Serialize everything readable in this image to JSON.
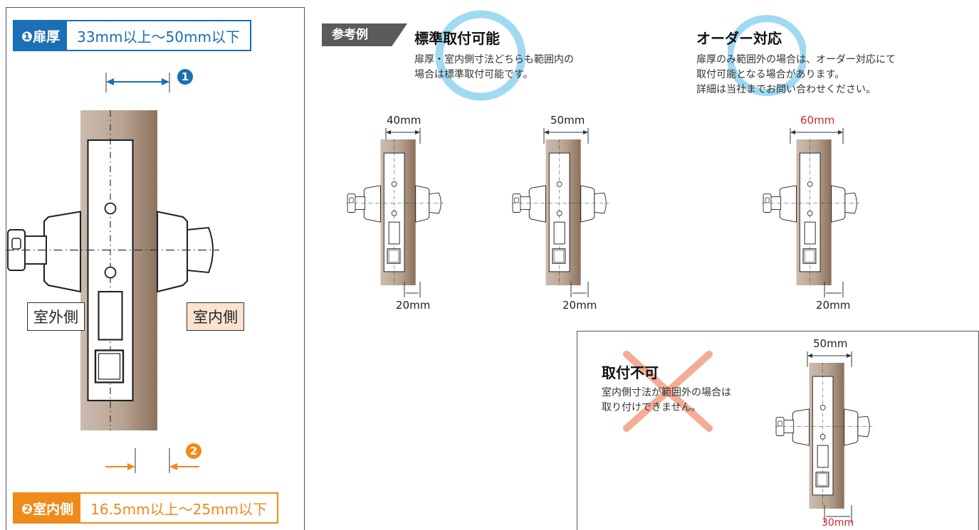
{
  "spec": {
    "thickness": {
      "tag": "❶扉厚",
      "value": "33mm以上〜50mm以下",
      "color": "#1a6fb5"
    },
    "indoor": {
      "tag": "❷室内側",
      "value": "16.5mm以上〜25mm以下",
      "color": "#f08a1c"
    }
  },
  "markers": {
    "one": "1",
    "two": "2"
  },
  "sides": {
    "outdoor": "室外側",
    "indoor": "室内側"
  },
  "reference": {
    "tag": "参考例",
    "standard": {
      "title": "標準取付可能",
      "desc": [
        "扉厚・室内側寸法どちらも範囲内の",
        "場合は標準取付可能です。"
      ]
    },
    "order": {
      "title": "オーダー対応",
      "desc": [
        "扉厚のみ範囲外の場合は、オーダー対応にて",
        "取付可能となる場合があります。",
        "詳細は当社までお問い合わせください。"
      ]
    }
  },
  "examples": {
    "a": {
      "top": "40mm",
      "bottom": "20mm"
    },
    "b": {
      "top": "50mm",
      "bottom": "20mm"
    },
    "c": {
      "top": "60mm",
      "bottom": "20mm"
    }
  },
  "ng": {
    "title": "取付不可",
    "desc": [
      "室内側寸法が範囲外の場合は",
      "取り付けできません。"
    ],
    "top": "50mm",
    "bottom": "30mm"
  },
  "colors": {
    "door": "#b19b8a",
    "door_dark": "#7a6352",
    "blue": "#1a6fb5",
    "orange": "#f08a1c",
    "red": "#d8262c",
    "ok_circle": "#8fd3f0",
    "ng_cross": "#f4a48a"
  }
}
